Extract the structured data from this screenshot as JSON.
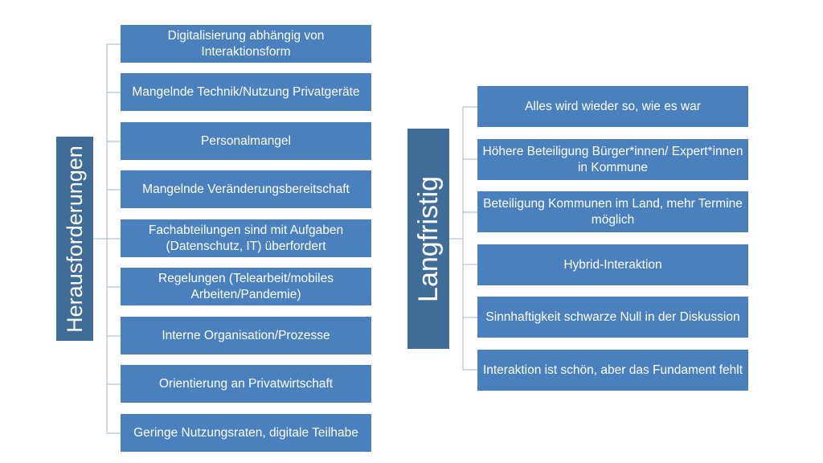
{
  "left_branch": {
    "title": "Herausforderungen",
    "items": [
      "Digitalisierung abhängig von Interaktionsform",
      "Mangelnde Technik/Nutzung Privatgeräte",
      "Personalmangel",
      "Mangelnde Veränderungsbereitschaft",
      "Fachabteilungen sind mit Aufgaben (Datenschutz, IT) überfordert",
      "Regelungen (Telearbeit/mobiles Arbeiten/Pandemie)",
      "Interne Organisation/Prozesse",
      "Orientierung an Privatwirtschaft",
      "Geringe Nutzungsraten, digitale Teilhabe"
    ]
  },
  "right_branch": {
    "title": "Langfristig",
    "items": [
      "Alles wird wieder so, wie es war",
      "Höhere Beteiligung Bürger*innen/ Expert*innen in Kommune",
      "Beteiligung Kommunen im Land, mehr Termine möglich",
      "Hybrid-Interaktion",
      "Sinnhaftigkeit schwarze Null in der Diskussion",
      "Interaktion ist schön, aber das Fundament fehlt"
    ]
  },
  "colors": {
    "root_fill": "#3f6d98",
    "node_fill": "#4a80bd",
    "connector": "#a6b4c8",
    "text": "#ffffff"
  }
}
